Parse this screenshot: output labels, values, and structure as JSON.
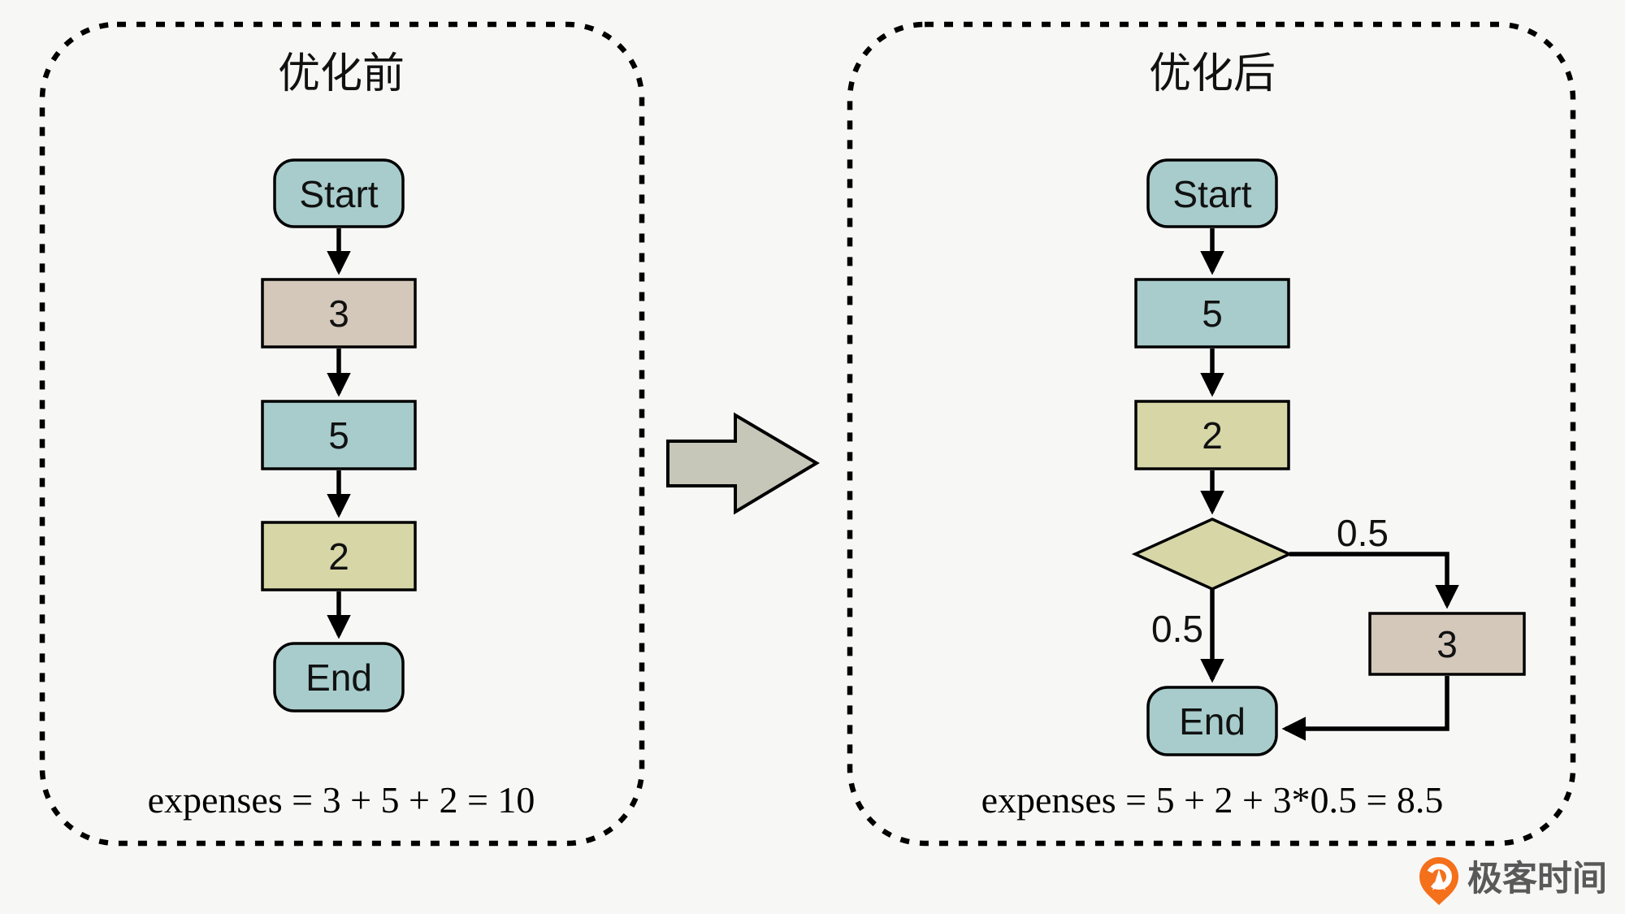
{
  "background": "#f7f7f6",
  "colors": {
    "teal": "#a7cccb",
    "tan": "#d4c8bb",
    "olive": "#d6d6a7",
    "transform_arrow_fill": "#c7c7b9",
    "outline": "#000000",
    "logo_orange": "#f4701b",
    "logo_text_gray": "#595959"
  },
  "left_panel": {
    "title": "优化前",
    "nodes": {
      "start": {
        "label": "Start"
      },
      "cost1": {
        "label": "3"
      },
      "cost2": {
        "label": "5"
      },
      "cost3": {
        "label": "2"
      },
      "end": {
        "label": "End"
      }
    },
    "formula": "expenses = 3 + 5 + 2 = 10"
  },
  "right_panel": {
    "title": "优化后",
    "nodes": {
      "start": {
        "label": "Start"
      },
      "cost1": {
        "label": "5"
      },
      "cost2": {
        "label": "2"
      },
      "cost3": {
        "label": "3"
      },
      "end": {
        "label": "End"
      }
    },
    "branch_labels": {
      "right_probability": "0.5",
      "down_probability": "0.5"
    },
    "formula": "expenses = 5 + 2 + 3*0.5 = 8.5"
  },
  "logo": {
    "text": "极客时间"
  }
}
